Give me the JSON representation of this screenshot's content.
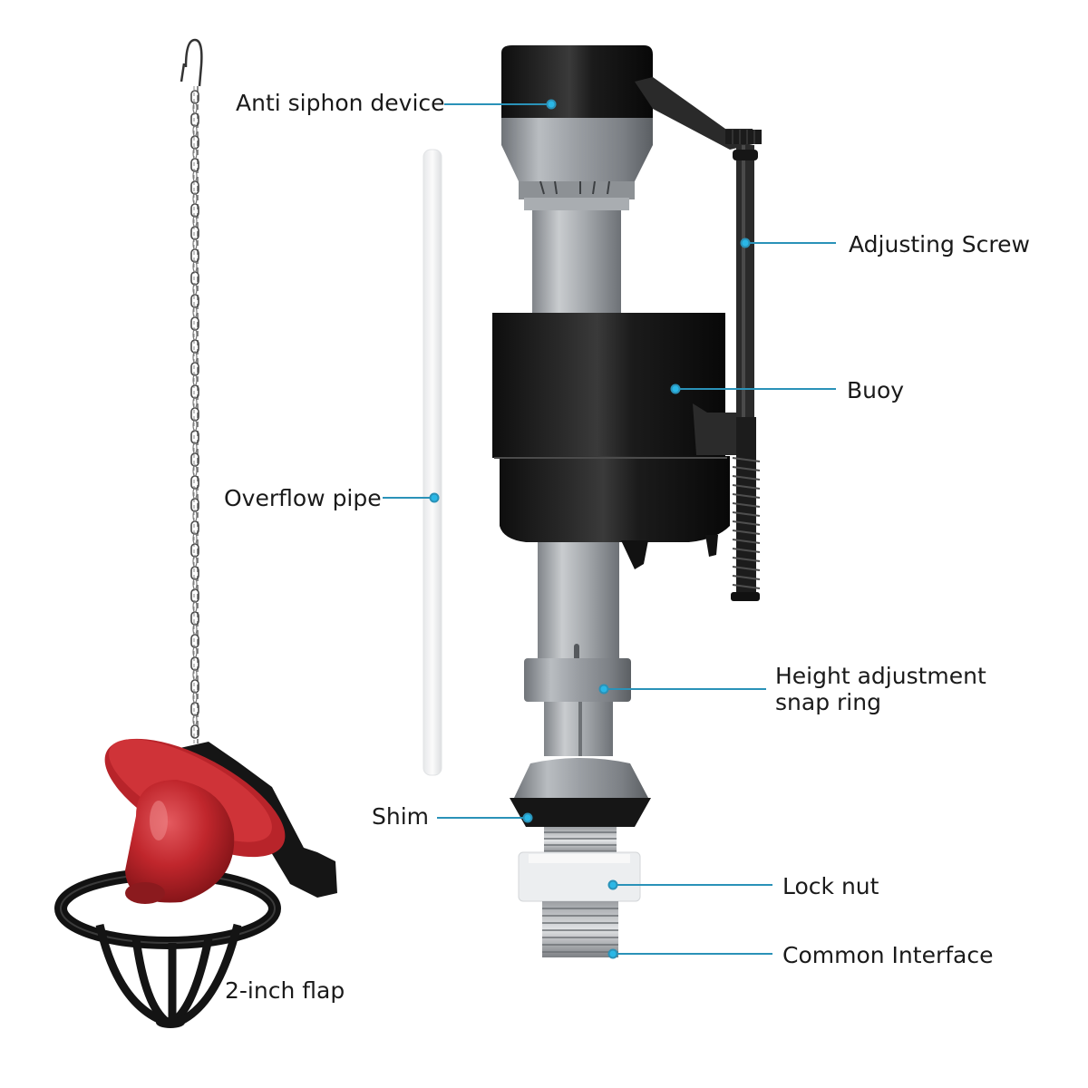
{
  "diagram": {
    "subject": "Toilet fill valve repair kit",
    "accent_color": "#2aa9d8",
    "callout_dot_color": "#29b6e8",
    "labels": [
      {
        "id": "anti-siphon",
        "text": "Anti siphon device"
      },
      {
        "id": "adjusting-screw",
        "text": "Adjusting Screw"
      },
      {
        "id": "buoy",
        "text": "Buoy"
      },
      {
        "id": "overflow-pipe",
        "text": "Overflow pipe"
      },
      {
        "id": "height-ring",
        "text": "Height adjustment snap ring"
      },
      {
        "id": "shim",
        "text": "Shim"
      },
      {
        "id": "lock-nut",
        "text": "Lock nut"
      },
      {
        "id": "common-interface",
        "text": "Common Interface"
      },
      {
        "id": "flap",
        "text": "2-inch flap"
      }
    ]
  }
}
